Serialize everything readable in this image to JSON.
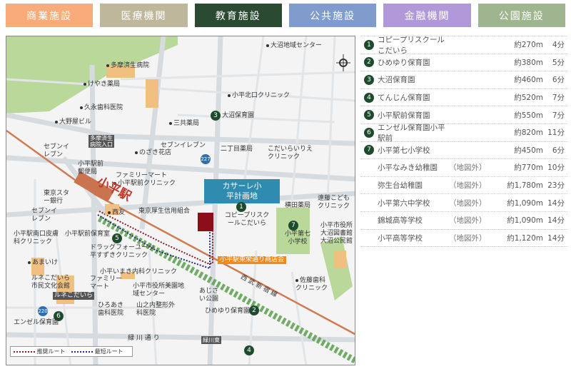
{
  "tabs": [
    {
      "label": "商業施設",
      "color": "#f9ab79"
    },
    {
      "label": "医療機関",
      "color": "#bfb79b"
    },
    {
      "label": "教育施設",
      "color": "#2a4a32",
      "active": true
    },
    {
      "label": "公共施設",
      "color": "#7f9ccc"
    },
    {
      "label": "金融機関",
      "color": "#b198d8"
    },
    {
      "label": "公園施設",
      "color": "#9fb58f"
    }
  ],
  "map": {
    "labels": [
      "多摩済生病院",
      "けやき薬局",
      "久永歯科医院",
      "大野屋ビル",
      "多摩済生病院入口",
      "セブンイレブン",
      "のざき花店",
      "三共薬局",
      "セブンイレブン",
      "小平駅前郵便局",
      "ファミリーマート",
      "小平駅前クリニック",
      "東京スター銀行",
      "小平駅",
      "西友",
      "東京厚生信用組合",
      "セブンイレブン",
      "小平駅南口皮膚科クリニック",
      "小平駅前保育室",
      "ドラッグフォーユー小平すずきクリニック",
      "あまいけ",
      "小平いまき内科クリニック",
      "ルネこだいら市民文化会館",
      "ファミリーマート",
      "ルネこだいら",
      "小平市役所美園地域センター",
      "ひろあき歯科医院",
      "山之内整形外科医院",
      "エンゼル保育園",
      "緑 川 通 り",
      "大沼地域センター",
      "小平北口クリニック",
      "大沼保育園",
      "二丁目薬局",
      "こだいらいりえクリニック",
      "カサーレ小平計画地",
      "コピープリスクールこだいら",
      "横田薬局",
      "遠藤こどもクリニック",
      "小平第七小学校",
      "小平市役所大沼図書館大沼公民館",
      "小平駅東栄通り商店会",
      "西 武 新 宿 線",
      "佐藤歯科クリニック",
      "あじさい公園",
      "ひめゆり保育園",
      "緑川東"
    ],
    "route_signs": [
      "227",
      "220"
    ],
    "legend": {
      "recommended": "推奨ルート",
      "shortest": "最短ルート"
    },
    "colors": {
      "recommended": "#8b1a2a",
      "shortest": "#2a2a7a",
      "site": "#8b0e1a",
      "site_label": "#2f8bb0",
      "street_label": "#f08a1c",
      "railway": "#d07a50"
    }
  },
  "facilities": [
    {
      "no": "1",
      "name": "コピープリスクールこだいら",
      "off": "",
      "dist": "約270m",
      "time": "4分"
    },
    {
      "no": "2",
      "name": "ひめゆり保育園",
      "off": "",
      "dist": "約380m",
      "time": "5分"
    },
    {
      "no": "3",
      "name": "大沼保育園",
      "off": "",
      "dist": "約460m",
      "time": "6分"
    },
    {
      "no": "4",
      "name": "てんじん保育園",
      "off": "",
      "dist": "約520m",
      "time": "7分"
    },
    {
      "no": "5",
      "name": "小平駅前保育園",
      "off": "",
      "dist": "約550m",
      "time": "7分"
    },
    {
      "no": "6",
      "name": "エンゼル保育園小平駅前",
      "off": "",
      "dist": "約820m",
      "time": "11分"
    },
    {
      "no": "7",
      "name": "小平第七小学校",
      "off": "",
      "dist": "約450m",
      "time": "6分"
    },
    {
      "no": "",
      "name": "小平なみき幼稚園",
      "off": "（地図外）",
      "dist": "約770m",
      "time": "10分"
    },
    {
      "no": "",
      "name": "弥生台幼稚園",
      "off": "（地図外）",
      "dist": "約1,780m",
      "time": "23分"
    },
    {
      "no": "",
      "name": "小平第六中学校",
      "off": "（地図外）",
      "dist": "約1,090m",
      "time": "14分"
    },
    {
      "no": "",
      "name": "錦城高等学校",
      "off": "（地図外）",
      "dist": "約1,090m",
      "time": "14分"
    },
    {
      "no": "",
      "name": "小平高等学校",
      "off": "（地図外）",
      "dist": "約1,120m",
      "time": "14分"
    }
  ]
}
